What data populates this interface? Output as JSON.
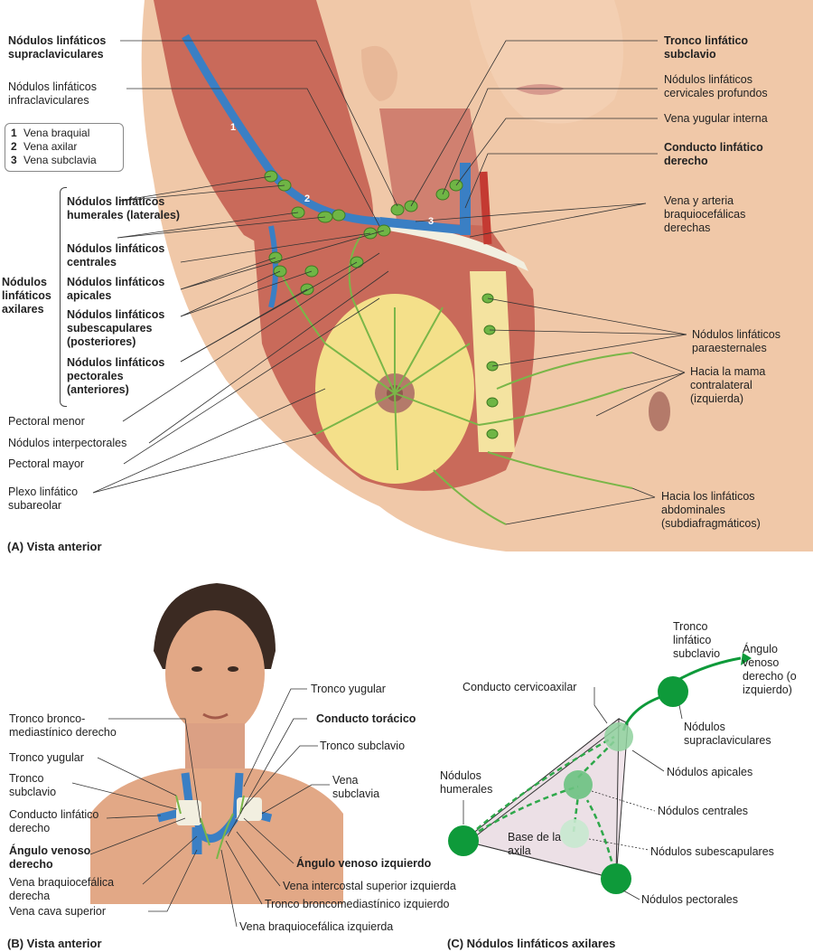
{
  "panel_a": {
    "caption": "(A) Vista anterior",
    "legend": [
      {
        "num": "1",
        "text": "Vena braquial"
      },
      {
        "num": "2",
        "text": "Vena axilar"
      },
      {
        "num": "3",
        "text": "Vena subclavia"
      }
    ],
    "callouts": {
      "n1": "1",
      "n2": "2",
      "n3": "3"
    },
    "left_labels": {
      "supraclav": "Nódulos linfáticos supraclaviculares",
      "infraclav": "Nódulos linfáticos infraclaviculares",
      "axilares": "Nódulos linfáticos axilares",
      "humerales": "Nódulos linfáticos humerales (laterales)",
      "centrales": "Nódulos linfáticos centrales",
      "apicales": "Nódulos linfáticos apicales",
      "subescapulares": "Nódulos linfáticos subescapulares (posteriores)",
      "pectorales": "Nódulos linfáticos pectorales (anteriores)",
      "pectoral_menor": "Pectoral menor",
      "interpectorales": "Nódulos interpectorales",
      "pectoral_mayor": "Pectoral mayor",
      "plexo": "Plexo linfático subareolar"
    },
    "right_labels": {
      "tronco_subclavio": "Tronco linfático subclavio",
      "cervicales": "Nódulos linfáticos cervicales profundos",
      "yugular_interna": "Vena yugular interna",
      "conducto_derecho": "Conducto linfático derecho",
      "braquiocefalicas": "Vena y arteria braquiocefálicas derechas",
      "paraesternales": "Nódulos linfáticos paraesternales",
      "mama_contralateral": "Hacia la mama contralateral (izquierda)",
      "abdominales": "Hacia los linfáticos abdominales (subdiafragmáticos)"
    }
  },
  "panel_b": {
    "caption": "(B) Vista anterior",
    "labels": {
      "bronco_derecho": "Tronco bronco-mediastínico derecho",
      "yugular_left": "Tronco yugular",
      "subclavio_left": "Tronco subclavio",
      "conducto_derecho": "Conducto linfático derecho",
      "angulo_derecho": "Ángulo venoso derecho",
      "braquio_derecha": "Vena braquiocefálica derecha",
      "cava": "Vena cava superior",
      "yugular_right": "Tronco yugular",
      "toracico": "Conducto torácico",
      "subclavio_right": "Tronco subclavio",
      "vena_subclavia": "Vena subclavia",
      "angulo_izquierdo": "Ángulo venoso izquierdo",
      "intercostal": "Vena intercostal superior izquierda",
      "bronco_izquierdo": "Tronco broncomediastínico izquierdo",
      "braquio_izquierda": "Vena braquiocefálica izquierda"
    }
  },
  "panel_c": {
    "caption": "(C) Nódulos linfáticos axilares",
    "labels": {
      "tronco": "Tronco linfático subclavio",
      "angulo": "Ángulo venoso derecho (o izquierdo)",
      "cervicoaxilar": "Conducto cervicoaxilar",
      "supraclav": "Nódulos supraclaviculares",
      "apicales": "Nódulos apicales",
      "centrales": "Nódulos centrales",
      "humerales": "Nódulos humerales",
      "base": "Base de la axila",
      "subescapulares": "Nódulos subescapulares",
      "pectorales": "Nódulos pectorales"
    }
  },
  "colors": {
    "node": "#0e9a3a",
    "node_light": "#8fd19e",
    "lymph": "#7ab648",
    "vein": "#3a7fc4",
    "artery": "#c43a32",
    "muscle": "#c96a5a",
    "skin": "#f0c8a8",
    "fat": "#f4e08a"
  }
}
